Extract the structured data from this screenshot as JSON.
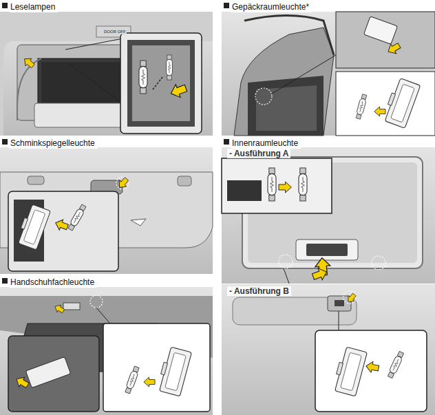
{
  "diagram": {
    "nodes": [
      {
        "text": [
          "Leselampen"
        ]
      },
      {
        "text": [
          "Gepäckraumleuchte*"
        ]
      },
      {
        "text": [
          "Schminkspiegelleuchte"
        ]
      },
      {
        "text": [
          "Innenraumleuchte"
        ]
      },
      {
        "text": [
          "Handschuhfachleuchte"
        ]
      }
    ],
    "labels": [
      "DOOR OFF",
      "- Ausführung A",
      "- Ausführung B"
    ]
  }
}
